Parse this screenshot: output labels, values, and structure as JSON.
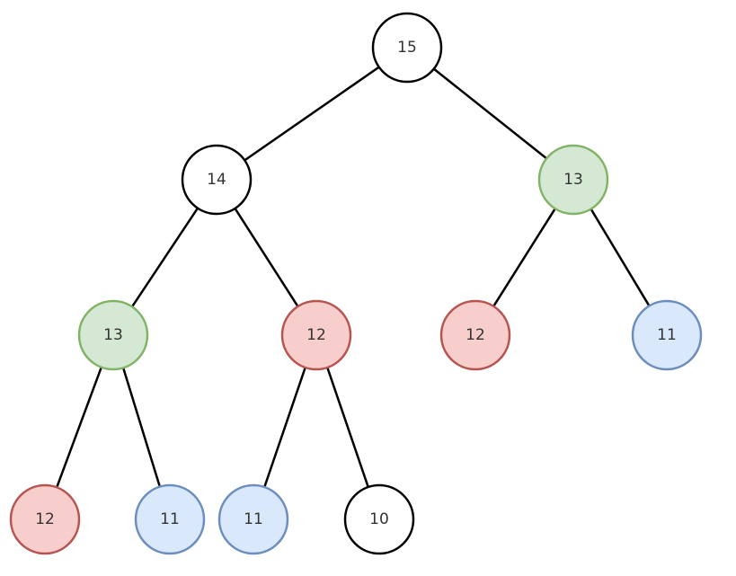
{
  "tree": {
    "nodes": [
      {
        "id": "n15",
        "label": "15",
        "style": "plain"
      },
      {
        "id": "n14",
        "label": "14",
        "style": "plain"
      },
      {
        "id": "n13r",
        "label": "13",
        "style": "green"
      },
      {
        "id": "n13l",
        "label": "13",
        "style": "green"
      },
      {
        "id": "n12m",
        "label": "12",
        "style": "red"
      },
      {
        "id": "n12r",
        "label": "12",
        "style": "red"
      },
      {
        "id": "n11r",
        "label": "11",
        "style": "blue"
      },
      {
        "id": "n12ll",
        "label": "12",
        "style": "red"
      },
      {
        "id": "n11ll",
        "label": "11",
        "style": "blue"
      },
      {
        "id": "n11ml",
        "label": "11",
        "style": "blue"
      },
      {
        "id": "n10",
        "label": "10",
        "style": "plain"
      }
    ],
    "edges": [
      [
        "n15",
        "n14"
      ],
      [
        "n15",
        "n13r"
      ],
      [
        "n14",
        "n13l"
      ],
      [
        "n14",
        "n12m"
      ],
      [
        "n13r",
        "n12r"
      ],
      [
        "n13r",
        "n11r"
      ],
      [
        "n13l",
        "n12ll"
      ],
      [
        "n13l",
        "n11ll"
      ],
      [
        "n12m",
        "n11ml"
      ],
      [
        "n12m",
        "n10"
      ]
    ]
  },
  "colors": {
    "plain": {
      "fill": "#ffffff",
      "stroke": "#000000"
    },
    "green": {
      "fill": "#d5e8d4",
      "stroke": "#82b366"
    },
    "red": {
      "fill": "#f8cecc",
      "stroke": "#b85450"
    },
    "blue": {
      "fill": "#dae8fc",
      "stroke": "#6c8ebf"
    }
  }
}
